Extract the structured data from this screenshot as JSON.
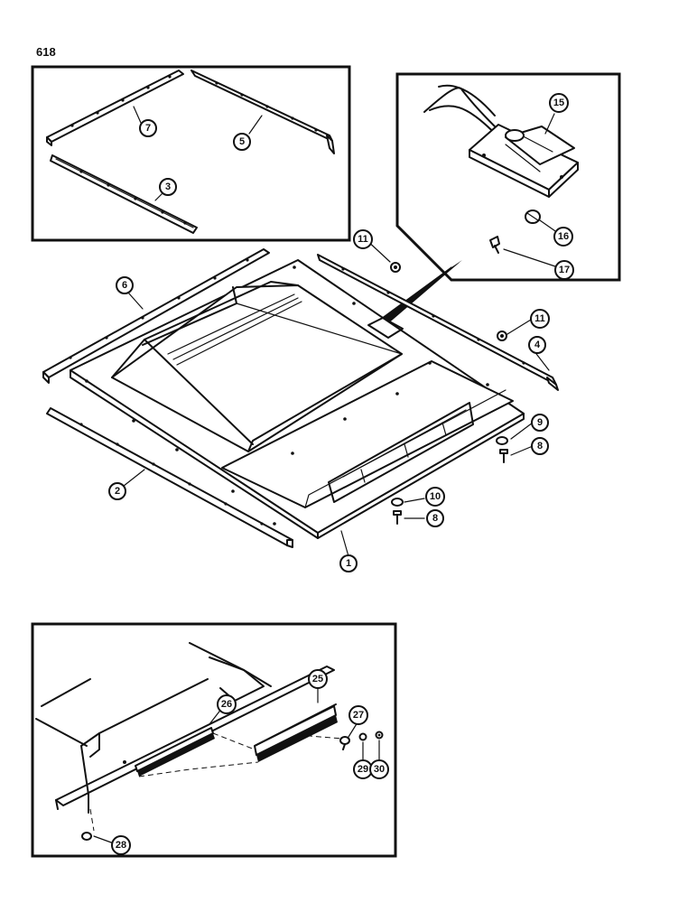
{
  "page_number": "618",
  "callouts": {
    "c1": "1",
    "c2": "2",
    "c3": "3",
    "c4": "4",
    "c5": "5",
    "c6": "6",
    "c7": "7",
    "c8a": "8",
    "c8b": "8",
    "c9": "9",
    "c10": "10",
    "c11a": "11",
    "c11b": "11",
    "c15": "15",
    "c16": "16",
    "c17": "17",
    "c25": "25",
    "c26": "26",
    "c27": "27",
    "c28": "28",
    "c29": "29",
    "c30": "30"
  }
}
